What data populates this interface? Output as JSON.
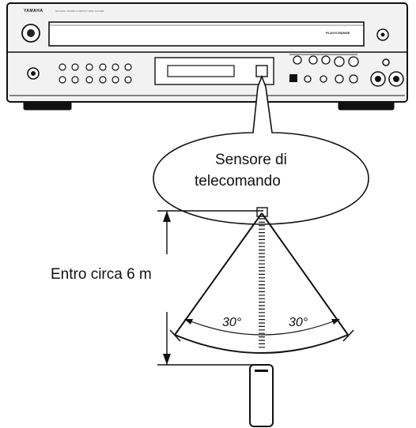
{
  "brand": "YAMAHA",
  "model_label": "PLAYXCHANGE",
  "front_panel_text": "NATURAL SOUND  COMPACT DISC PLAYER",
  "callout": {
    "line1": "Sensore di",
    "line2": "telecomando"
  },
  "distance_label": "Entro circa 6 m",
  "angle_left": "30°",
  "angle_right": "30°",
  "colors": {
    "ink": "#111111",
    "device_body": "#f2f2f2",
    "background": "#ffffff"
  }
}
